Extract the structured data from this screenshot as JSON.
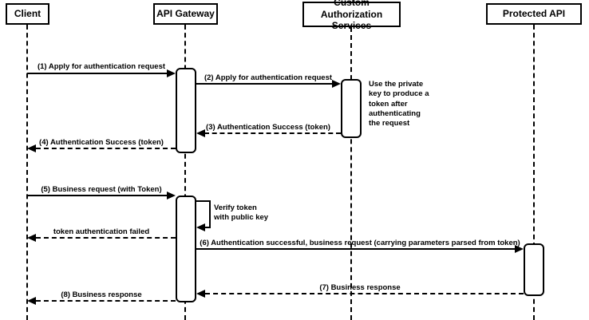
{
  "diagram": {
    "type": "sequence-diagram",
    "colors": {
      "line": "#000000",
      "background": "#ffffff",
      "shape_fill": "#ffffff",
      "text": "#000000"
    },
    "actors": [
      {
        "label": "Client"
      },
      {
        "label": "API Gateway"
      },
      {
        "label": "Custom Authorization\nServices"
      },
      {
        "label": "Protected API"
      }
    ],
    "messages": [
      {
        "label": "(1) Apply for authentication request",
        "from": "Client",
        "to": "API Gateway",
        "style": "solid"
      },
      {
        "label": "(2) Apply for authentication request",
        "from": "API Gateway",
        "to": "Custom Authorization Services",
        "style": "solid"
      },
      {
        "label": "(3) Authentication Success (token)",
        "from": "Custom Authorization Services",
        "to": "API Gateway",
        "style": "dashed"
      },
      {
        "label": "(4) Authentication Success (token)",
        "from": "API Gateway",
        "to": "Client",
        "style": "dashed"
      },
      {
        "label": "(5) Business request (with Token)",
        "from": "Client",
        "to": "API Gateway",
        "style": "solid"
      },
      {
        "label": "token authentication failed",
        "from": "API Gateway",
        "to": "Client",
        "style": "dashed"
      },
      {
        "label": "(6) Authentication successful, business request (carrying parameters parsed from token)",
        "from": "API Gateway",
        "to": "Protected API",
        "style": "solid"
      },
      {
        "label": "(7) Business response",
        "from": "Protected API",
        "to": "API Gateway",
        "style": "dashed"
      },
      {
        "label": "(8) Business response",
        "from": "API Gateway",
        "to": "Client",
        "style": "dashed"
      }
    ],
    "self_message": {
      "label": "Verify token\nwith public key",
      "actor": "API Gateway"
    },
    "notes": [
      {
        "text": "Use the private\nkey to produce a\ntoken after\nauthenticating\nthe request",
        "attached_to": "Custom Authorization Services"
      }
    ]
  }
}
